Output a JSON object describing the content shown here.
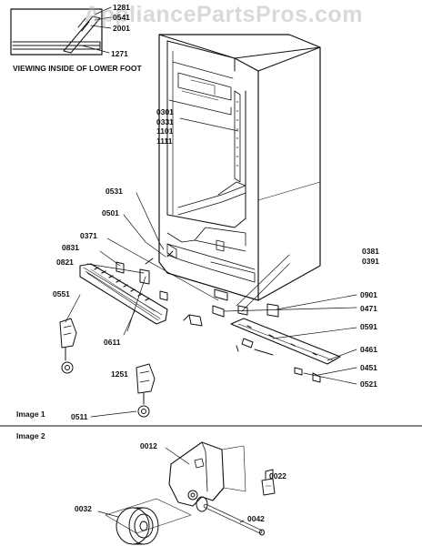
{
  "watermark": "AppliancePartsPros.com",
  "inset": {
    "caption": "VIEWING INSIDE OF LOWER FOOT",
    "labels": [
      "1281",
      "0541",
      "2001",
      "1271"
    ]
  },
  "image1": {
    "caption": "Image 1",
    "labels": {
      "cabinet_stack": "0301\n0331\n1101\n1111",
      "l0531": "0531",
      "l0501": "0501",
      "l0371": "0371",
      "l0831": "0831",
      "l0821": "0821",
      "l0551": "0551",
      "l0611": "0611",
      "l1251": "1251",
      "l0511": "0511",
      "right_stack": "0381\n0391",
      "l0901": "0901",
      "l0471": "0471",
      "l0591": "0591",
      "l0461": "0461",
      "l0451": "0451",
      "l0521": "0521"
    }
  },
  "image2": {
    "caption": "Image 2",
    "labels": {
      "l0012": "0012",
      "l0022": "0022",
      "l0032": "0032",
      "l0042": "0042"
    }
  }
}
